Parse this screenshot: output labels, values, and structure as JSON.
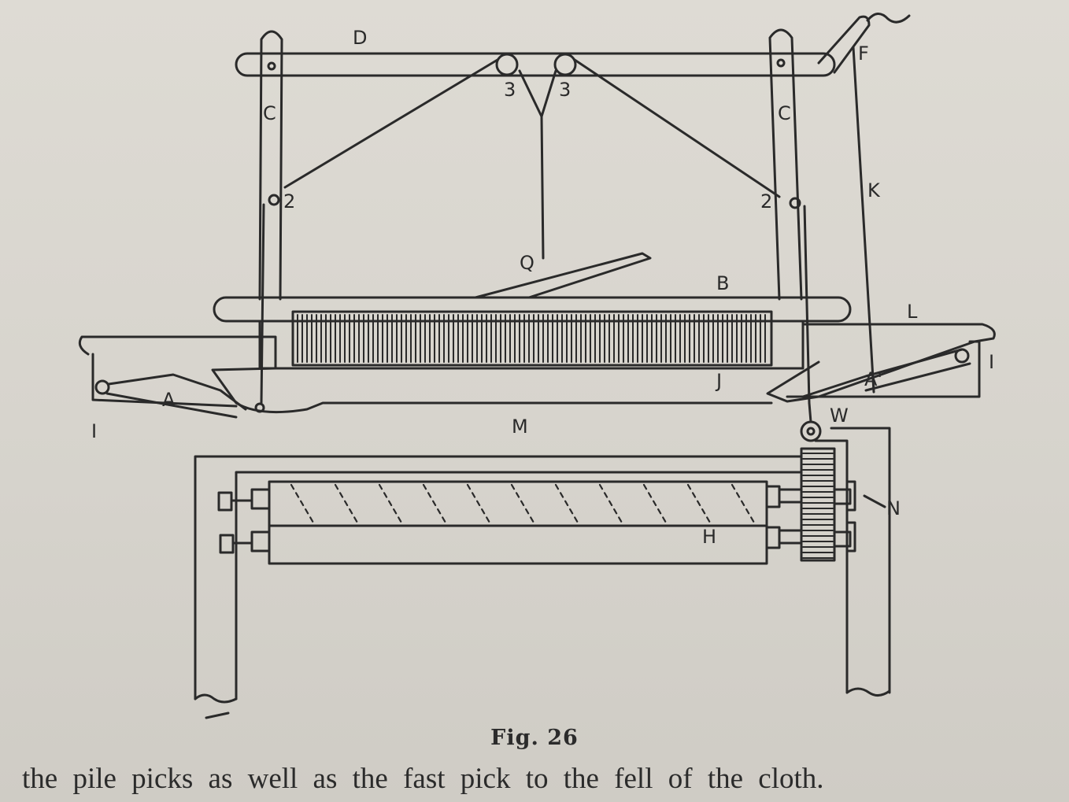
{
  "figure": {
    "caption": "Fig. 26",
    "labels": {
      "D": "D",
      "F": "F",
      "C_left": "C",
      "C_right": "C",
      "three_left": "3",
      "three_right": "3",
      "two_left": "2",
      "two_right": "2",
      "K": "K",
      "Q": "Q",
      "B": "B",
      "L": "L",
      "A_left": "A",
      "A_right": "A'",
      "J": "J",
      "I_left": "I",
      "I_right": "I",
      "M": "M",
      "W": "W",
      "N": "N",
      "H": "H"
    }
  },
  "text": {
    "body_line": "the pile picks as  well as the fast pick  to the  fell  of the  cloth."
  },
  "colors": {
    "ink": "#2a2a2a",
    "paper": "#dad7d0"
  }
}
